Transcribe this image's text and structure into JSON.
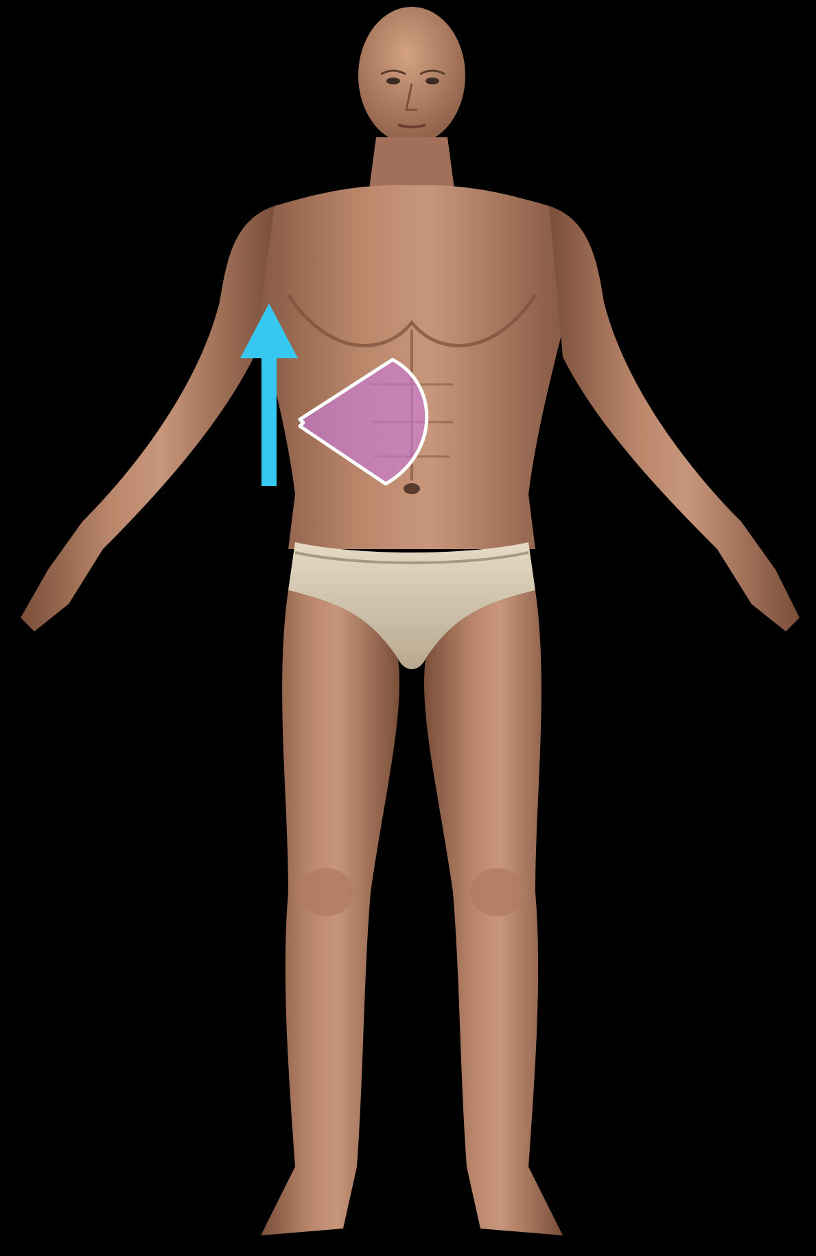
{
  "scene": {
    "subject": "anatomical-model-male-front",
    "background_color": "#000000",
    "skin_color": "#b9866a",
    "skin_shadow_color": "#8a5c44",
    "skin_highlight_color": "#d9a98a",
    "underwear_color": "#d9cbb4"
  },
  "annotations": {
    "probe_footprint": {
      "shape": "sector",
      "fill_color": "#c77bd6",
      "outline_color": "#ffffff"
    },
    "direction_arrow": {
      "direction": "up",
      "color": "#37c8f2"
    }
  }
}
